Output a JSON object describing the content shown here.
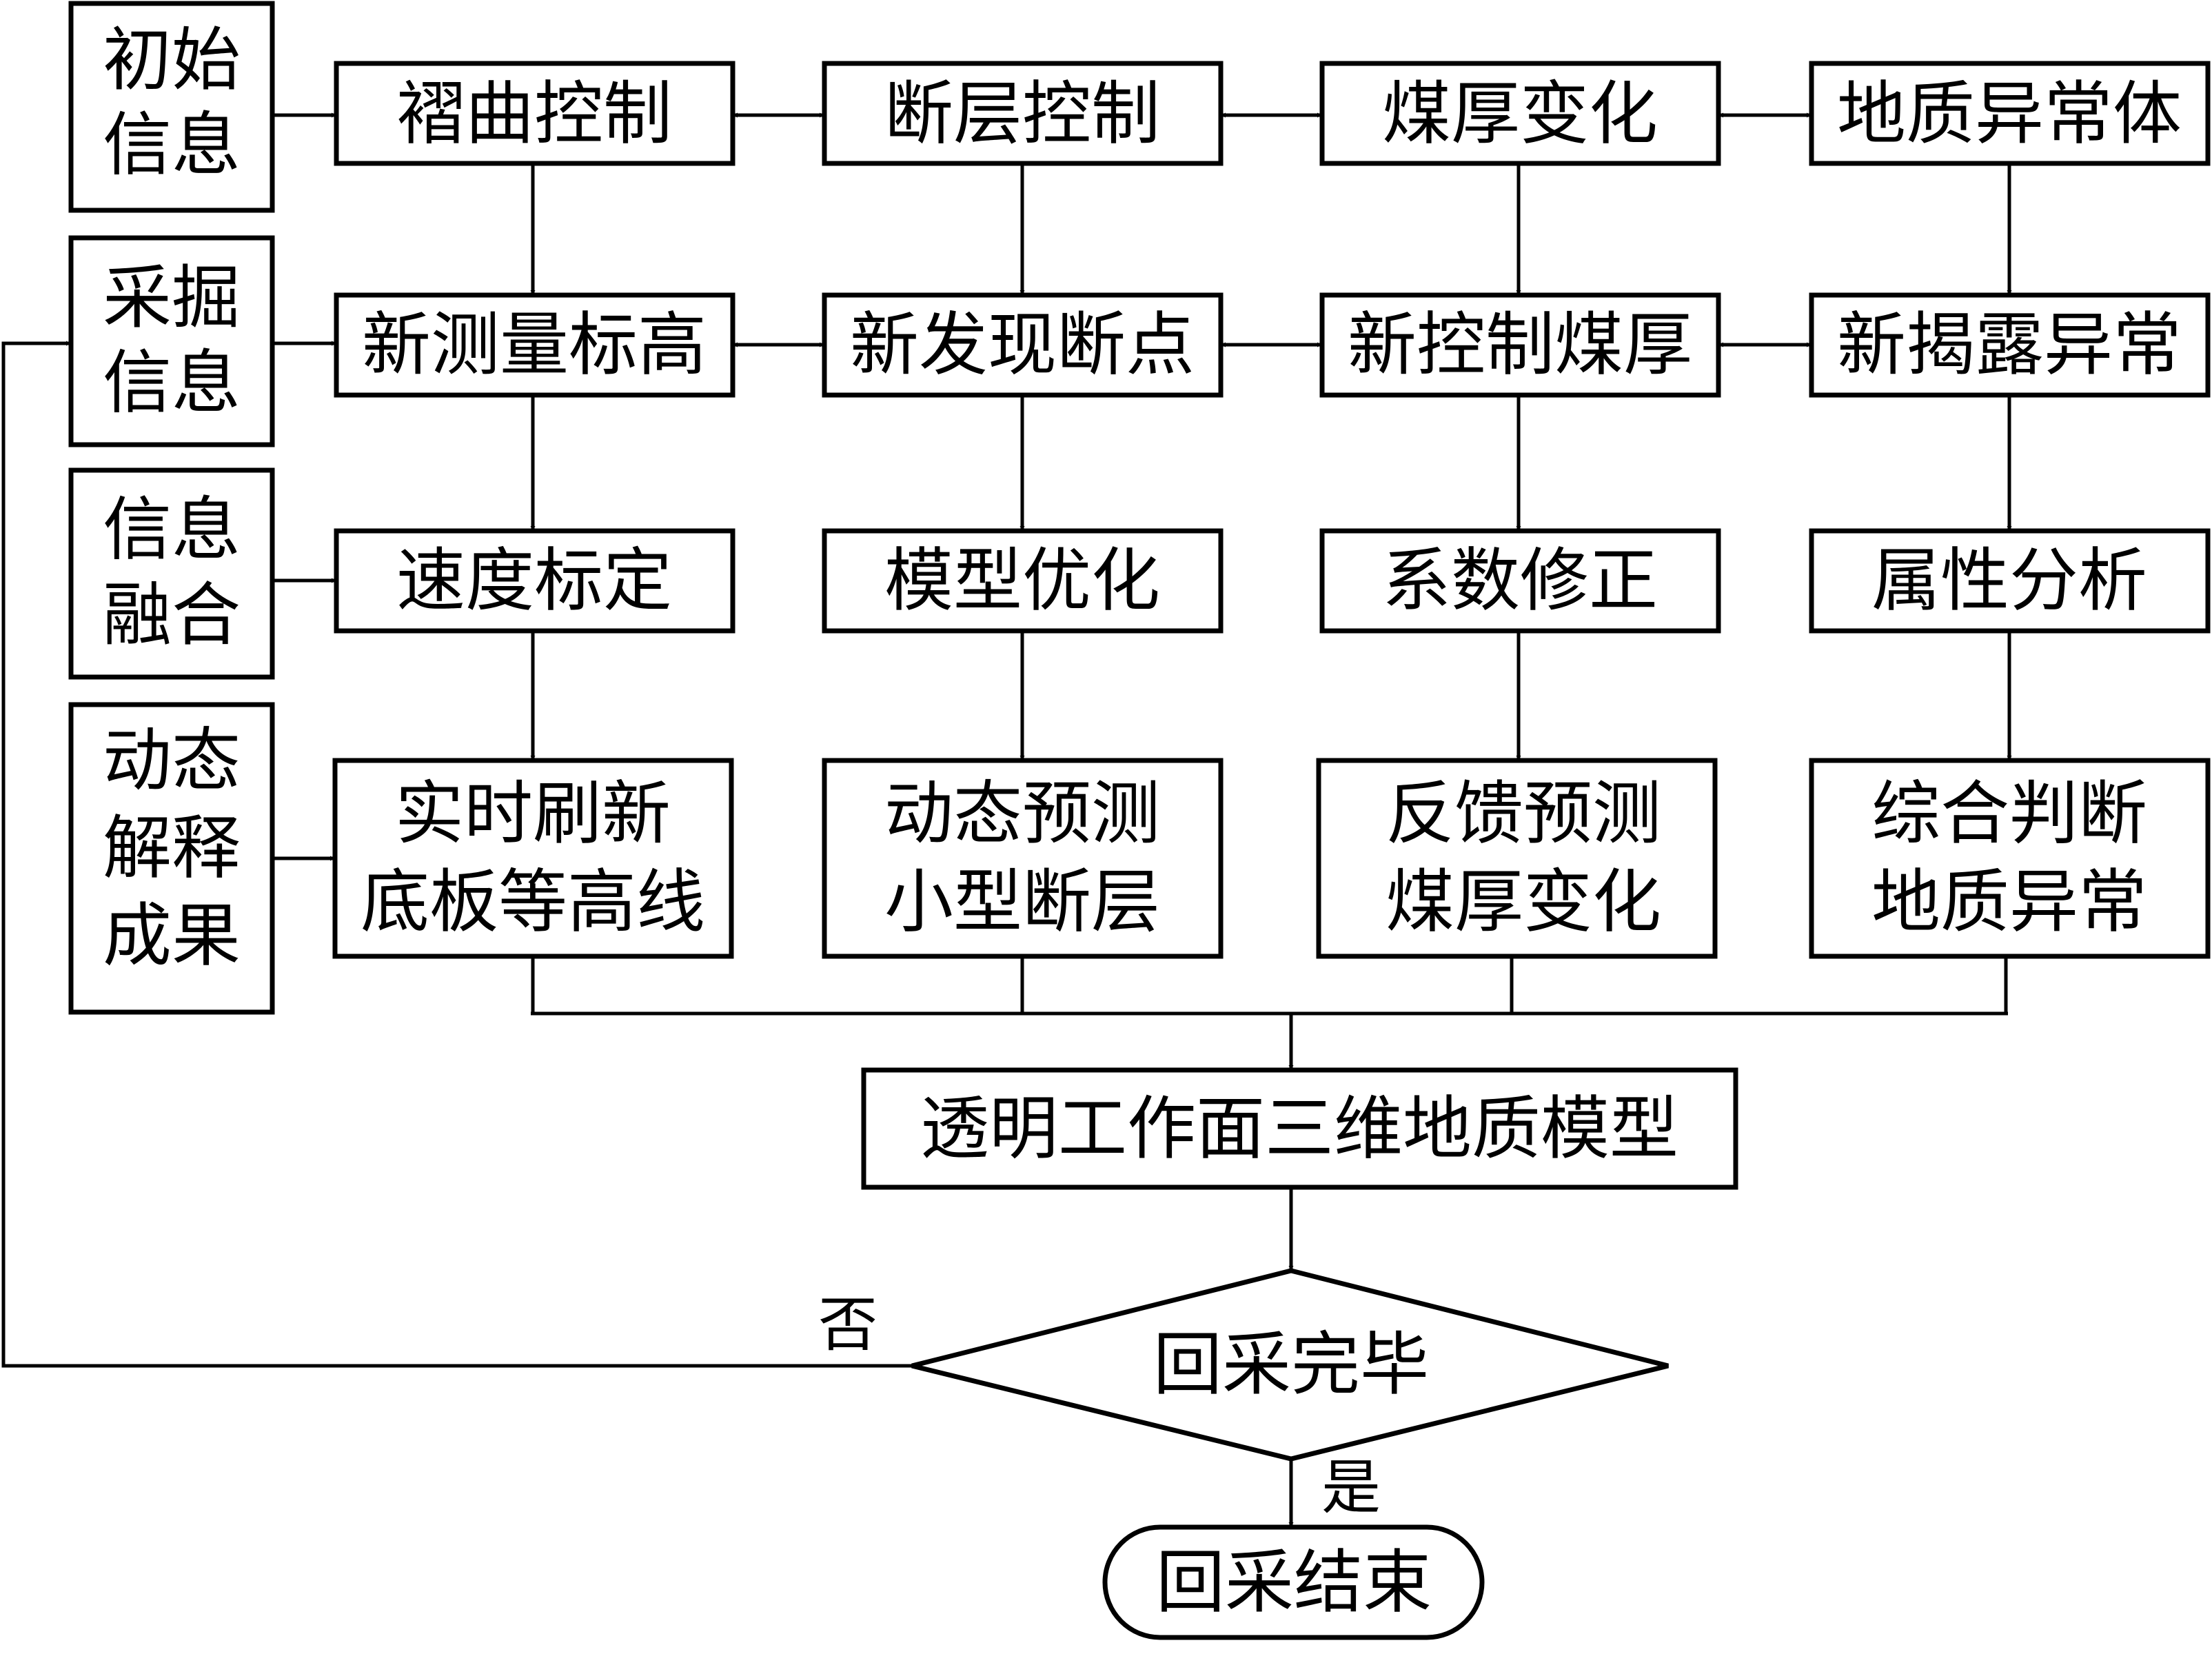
{
  "side_labels": {
    "initial_info": [
      "初始",
      "信息"
    ],
    "mining_info": [
      "采掘",
      "信息"
    ],
    "info_fusion": [
      "信息",
      "融合"
    ],
    "dynamic_results": [
      "动态",
      "解释",
      "成果"
    ]
  },
  "row1": {
    "fold_control": "褶曲控制",
    "fault_control": "断层控制",
    "coal_thickness_change": "煤厚变化",
    "geo_anomaly_body": "地质异常体"
  },
  "row2": {
    "new_elevation": "新测量标高",
    "new_fault_point": "新发现断点",
    "new_thickness_control": "新控制煤厚",
    "new_anomaly_exposed": "新揭露异常"
  },
  "row3": {
    "velocity_calibration": "速度标定",
    "model_optimization": "模型优化",
    "coefficient_correction": "系数修正",
    "attribute_analysis": "属性分析"
  },
  "row4": {
    "refresh_contours": [
      "实时刷新",
      "底板等高线"
    ],
    "predict_small_faults": [
      "动态预测",
      "小型断层"
    ],
    "feedback_thickness": [
      "反馈预测",
      "煤厚变化"
    ],
    "judge_anomaly": [
      "综合判断",
      "地质异常"
    ]
  },
  "model": "透明工作面三维地质模型",
  "decision": "回采完毕",
  "no_label": "否",
  "yes_label": "是",
  "end": "回采结束"
}
